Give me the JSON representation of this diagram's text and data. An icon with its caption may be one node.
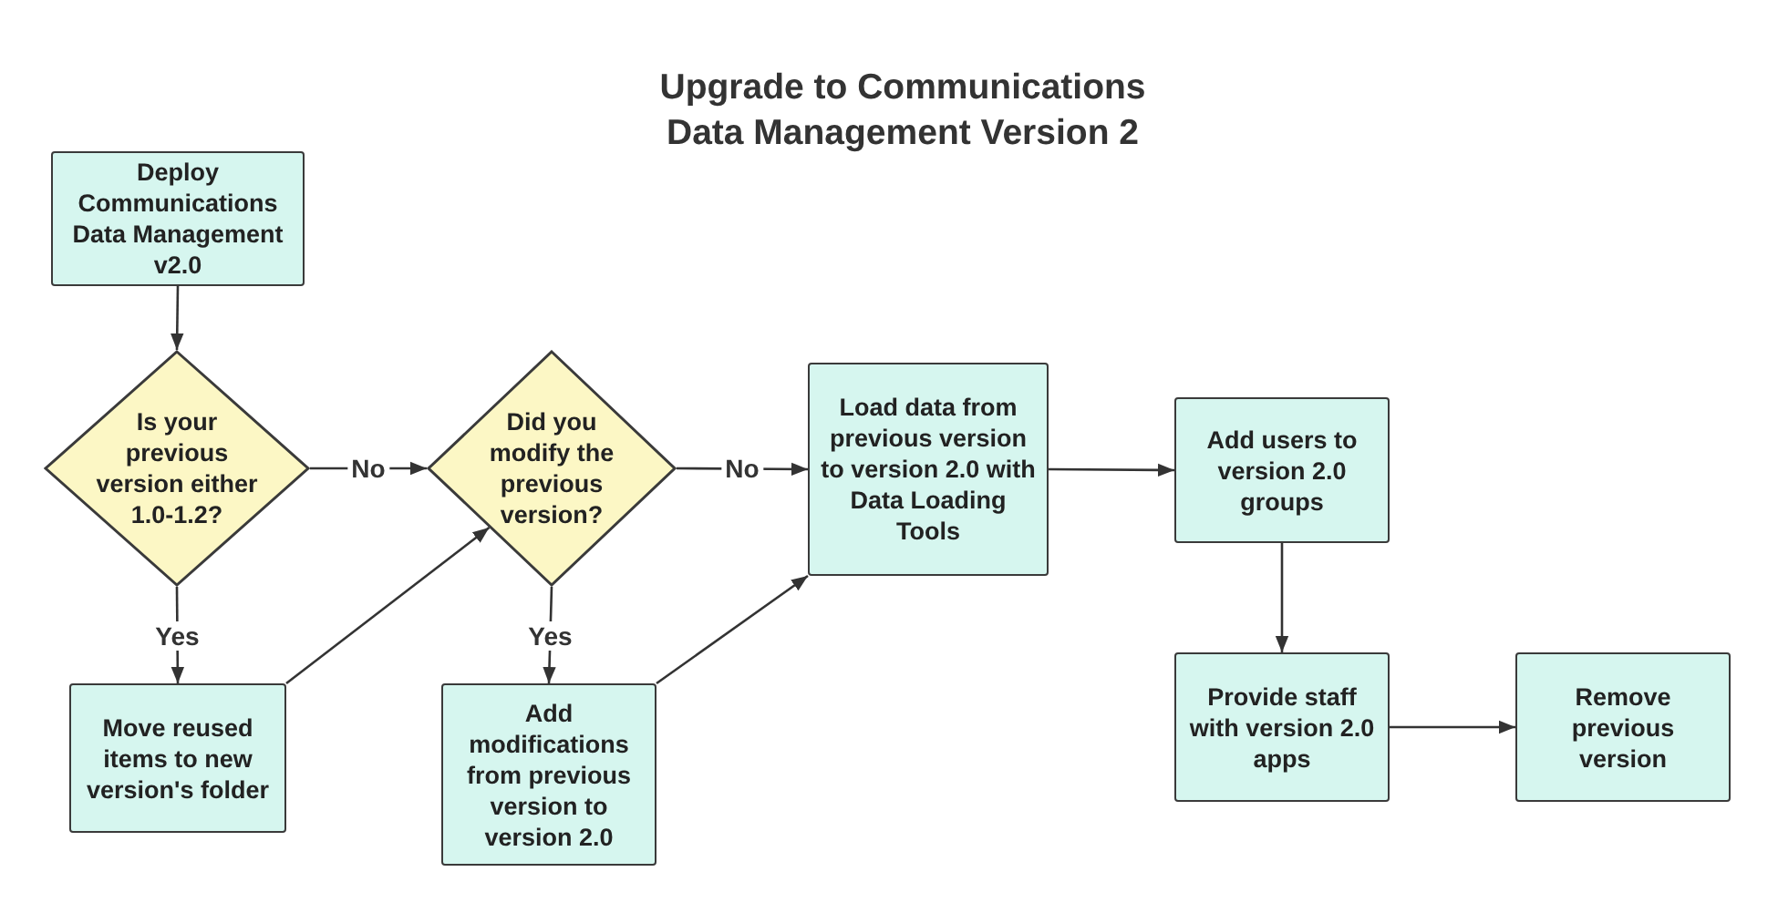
{
  "diagram": {
    "title": "Upgrade to Communications Data Management Version 2",
    "nodes": [
      {
        "text": [
          "Deploy Communications Data Management v2.0"
        ]
      },
      {
        "text": [
          "Is your previous version either 1.0-1.2?"
        ]
      },
      {
        "text": [
          "Did you modify the previous version?"
        ]
      },
      {
        "text": [
          "Load data from previous version to version 2.0 with Data Loading Tools"
        ]
      },
      {
        "text": [
          "Add users to version 2.0 groups"
        ]
      },
      {
        "text": [
          "Move reused items to new version's folder"
        ]
      },
      {
        "text": [
          "Add modifications from previous version to version 2.0"
        ]
      },
      {
        "text": [
          "Provide staff with version 2.0 apps"
        ]
      },
      {
        "text": [
          "Remove previous version"
        ]
      }
    ],
    "edges": [
      {
        "from": 0,
        "to": 1,
        "arrow": "to"
      },
      {
        "from": 1,
        "to": 2,
        "arrow": "to",
        "label": "No"
      },
      {
        "from": 1,
        "to": 5,
        "arrow": "to",
        "label": "Yes"
      },
      {
        "from": 5,
        "to": 2,
        "arrow": "to"
      },
      {
        "from": 2,
        "to": 3,
        "arrow": "to",
        "label": "No"
      },
      {
        "from": 2,
        "to": 6,
        "arrow": "to",
        "label": "Yes"
      },
      {
        "from": 6,
        "to": 3,
        "arrow": "to"
      },
      {
        "from": 3,
        "to": 4,
        "arrow": "to"
      },
      {
        "from": 4,
        "to": 7,
        "arrow": "to"
      },
      {
        "from": 7,
        "to": 8,
        "arrow": "to"
      }
    ]
  }
}
